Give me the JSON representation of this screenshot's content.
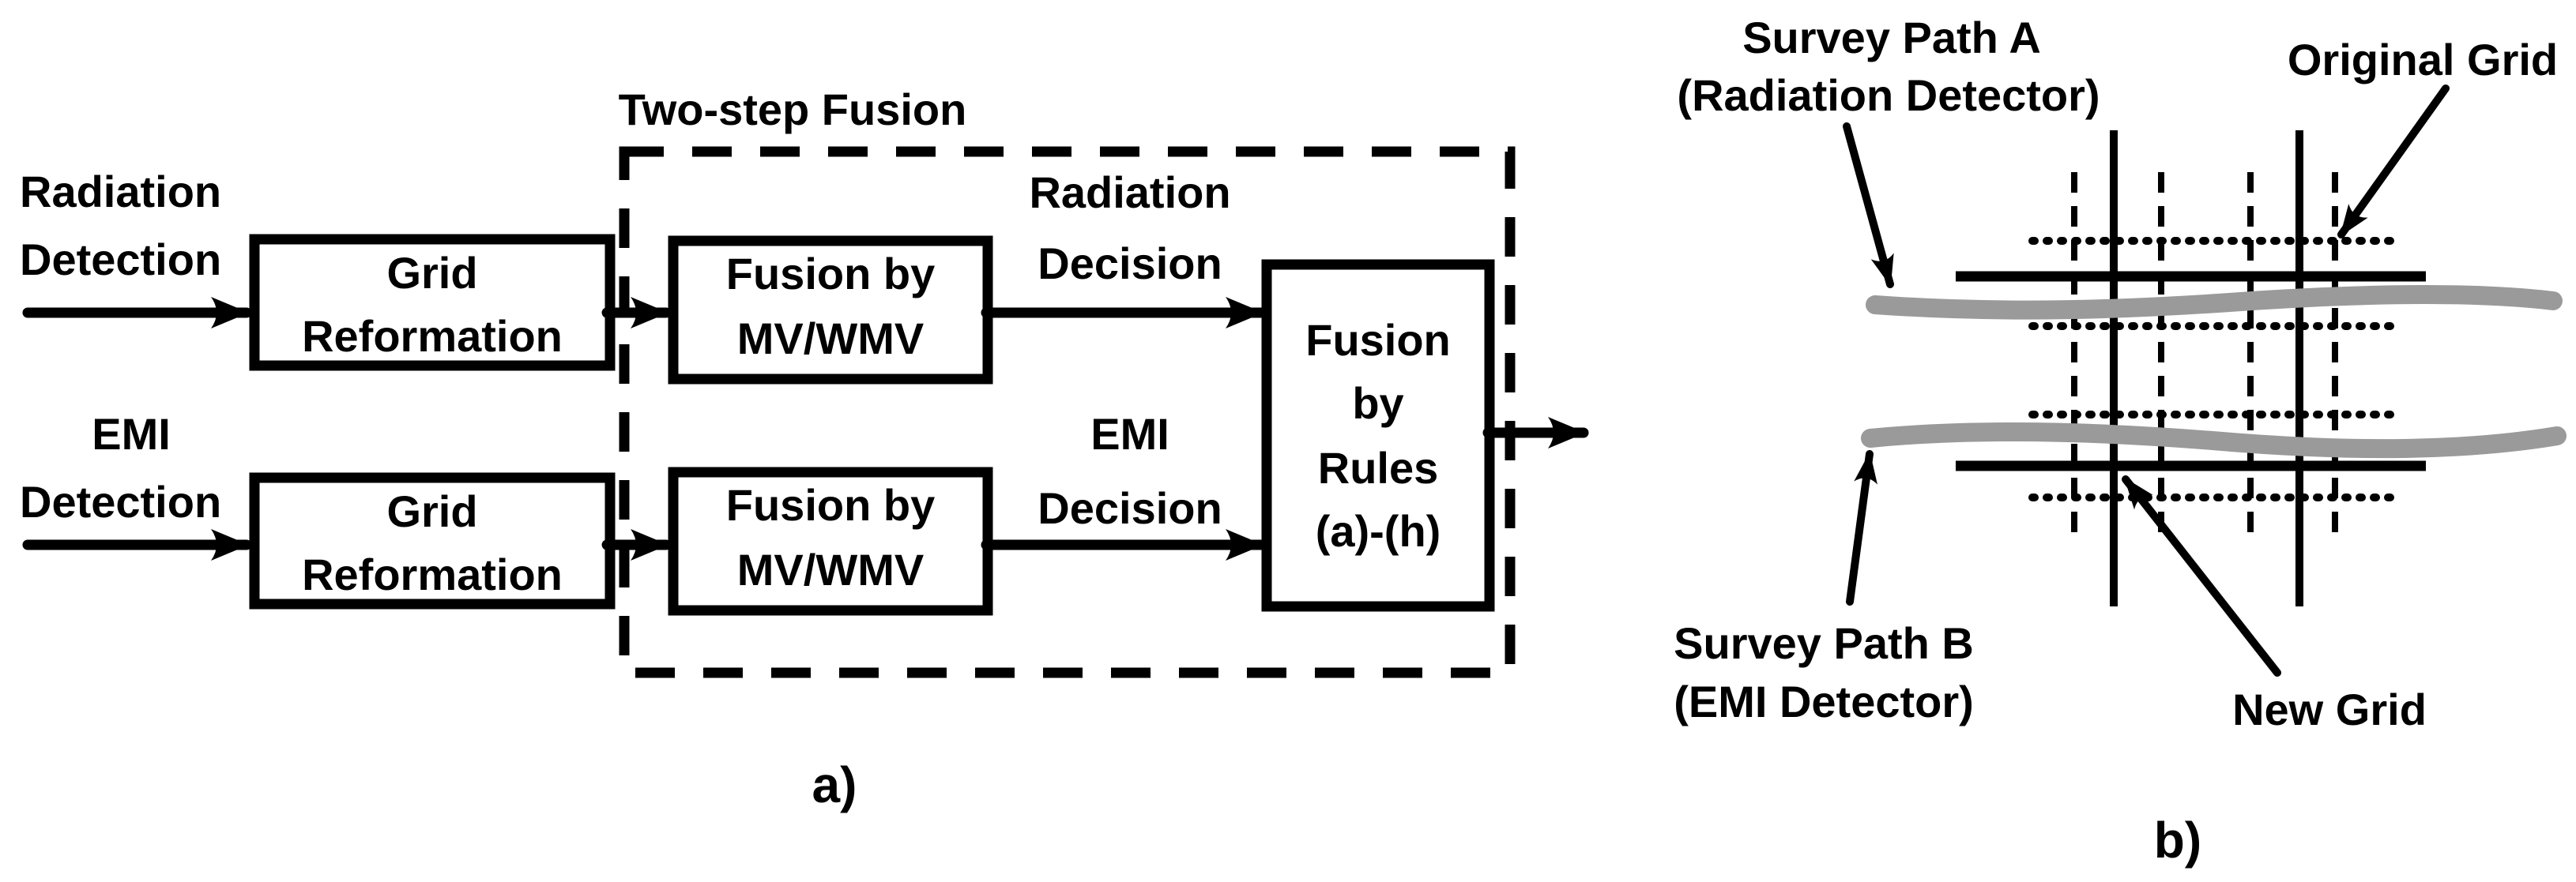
{
  "figure": {
    "panel_a": {
      "caption": "a)",
      "title": "Two-step Fusion",
      "input_radiation": {
        "line1": "Radiation",
        "line2": "Detection"
      },
      "input_emi": {
        "line1": "EMI",
        "line2": "Detection"
      },
      "grid_reformation": {
        "line1": "Grid",
        "line2": "Reformation"
      },
      "fusion_mv": {
        "line1": "Fusion by",
        "line2": "MV/WMV"
      },
      "radiation_decision": {
        "line1": "Radiation",
        "line2": "Decision"
      },
      "emi_decision": {
        "line1": "EMI",
        "line2": "Decision"
      },
      "fusion_rules": {
        "line1": "Fusion",
        "line2": "by",
        "line3": "Rules",
        "line4": "(a)-(h)"
      }
    },
    "panel_b": {
      "caption": "b)",
      "survey_path_a": {
        "line1": "Survey Path A",
        "line2": "(Radiation Detector)"
      },
      "survey_path_b": {
        "line1": "Survey Path B",
        "line2": "(EMI Detector)"
      },
      "original_grid_label": "Original Grid",
      "new_grid_label": "New Grid"
    },
    "colors": {
      "ink": "#000000",
      "survey_path_gray": "#9a9a9a",
      "background": "#ffffff"
    }
  }
}
